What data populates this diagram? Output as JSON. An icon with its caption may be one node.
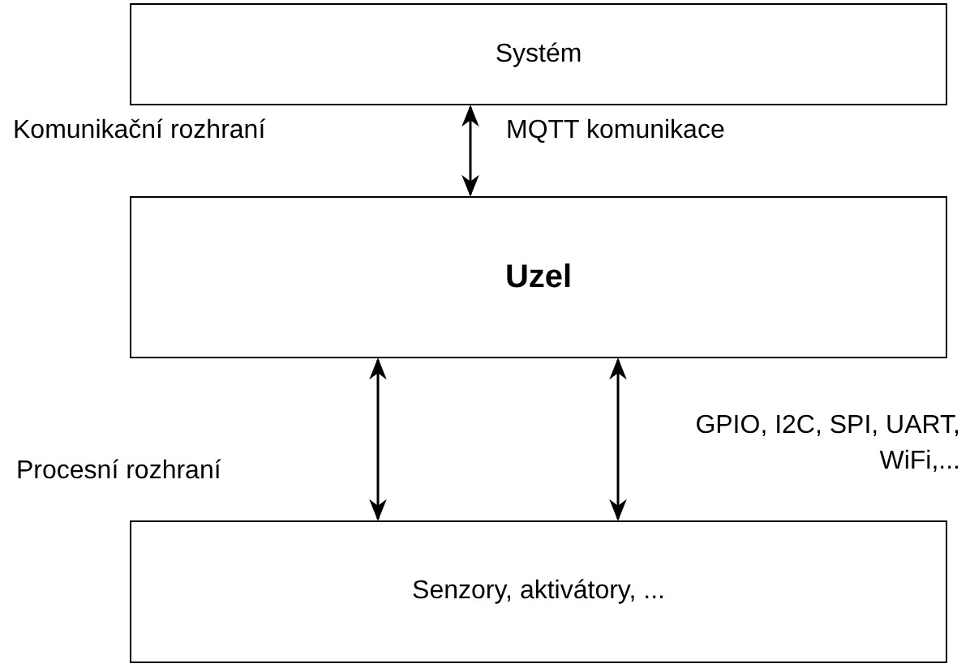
{
  "diagram": {
    "nodes": [
      {
        "text": [
          "Systém"
        ]
      },
      {
        "text": [
          "Uzel"
        ]
      },
      {
        "text": [
          "Senzory, aktivátory, ..."
        ]
      }
    ],
    "edges": [
      {
        "from": 0,
        "to": 1,
        "arrow": "both"
      },
      {
        "from": 1,
        "to": 2,
        "arrow": "both"
      },
      {
        "from": 1,
        "to": 2,
        "arrow": "both"
      }
    ],
    "labels": [
      "Komunikační rozhraní",
      "MQTT komunikace",
      "Procesní rozhraní",
      "GPIO, I2C, SPI, UART, WiFi,..."
    ]
  }
}
